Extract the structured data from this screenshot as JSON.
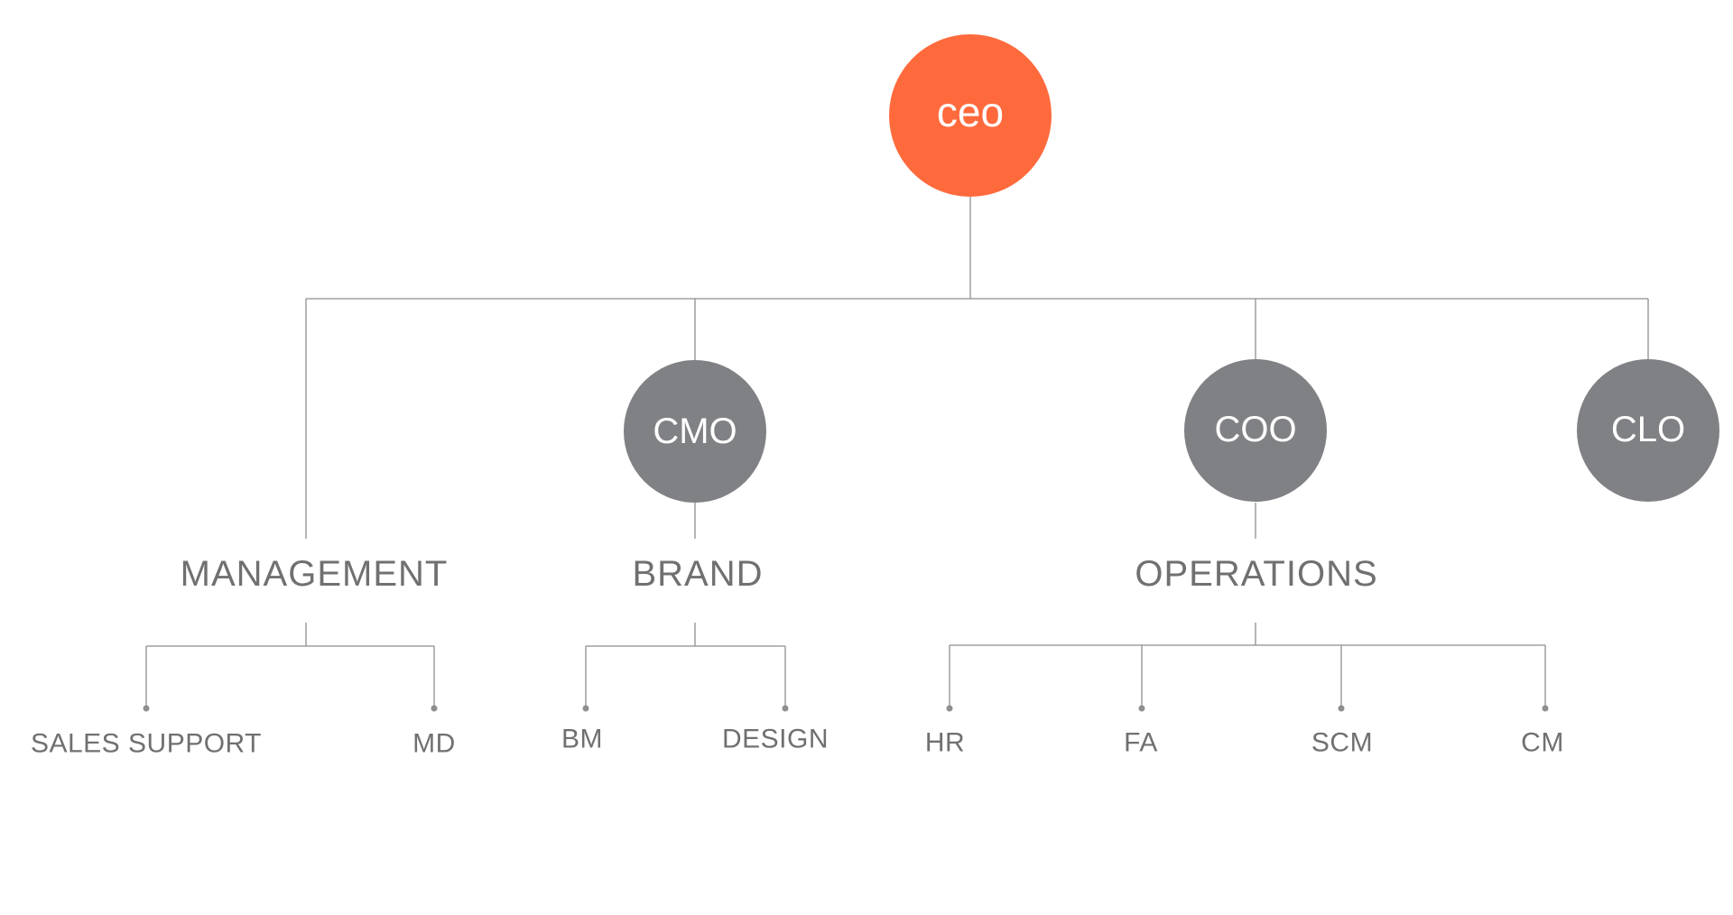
{
  "colors": {
    "accent": "#ff6a3d",
    "node_gray": "#808184",
    "line": "#8e8e8e",
    "text_gray": "#707070"
  },
  "ceo": {
    "label": "ceo"
  },
  "executives": [
    {
      "label": "CMO"
    },
    {
      "label": "COO"
    },
    {
      "label": "CLO"
    }
  ],
  "departments": [
    {
      "label": "MANAGEMENT",
      "units": [
        "SALES SUPPORT",
        "MD"
      ]
    },
    {
      "label": "BRAND",
      "units": [
        "BM",
        "DESIGN"
      ]
    },
    {
      "label": "OPERATIONS",
      "units": [
        "HR",
        "FA",
        "SCM",
        "CM"
      ]
    }
  ]
}
